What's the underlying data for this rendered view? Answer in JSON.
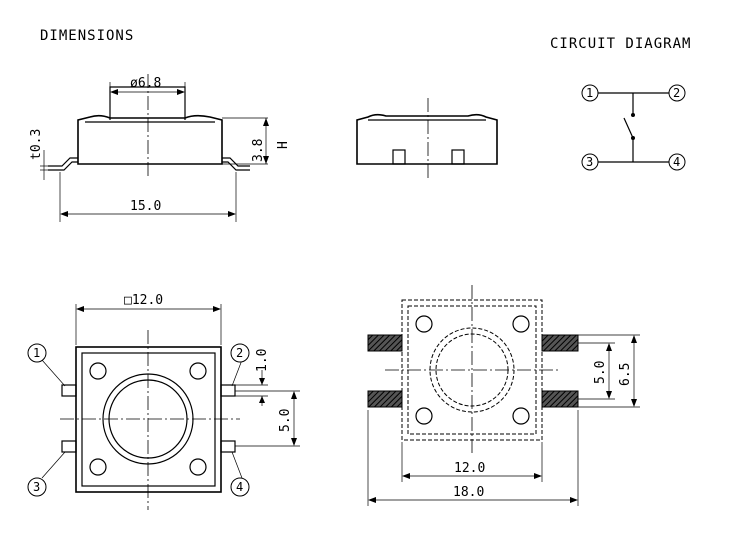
{
  "headings": {
    "dimensions": "DIMENSIONS",
    "circuit": "CIRCUIT DIAGRAM"
  },
  "dims": {
    "stem_diameter": "ø6.8",
    "lead_thickness": "t0.3",
    "height": "3.8",
    "height_symbol": "H",
    "side_width": "15.0",
    "body_square": "□12.0",
    "lead_width": "1.0",
    "lead_pitch": "5.0",
    "pad_pitch": "5.0",
    "pad_span": "6.5",
    "smd_body": "12.0",
    "smd_span": "18.0"
  },
  "pins": [
    "1",
    "2",
    "3",
    "4"
  ]
}
